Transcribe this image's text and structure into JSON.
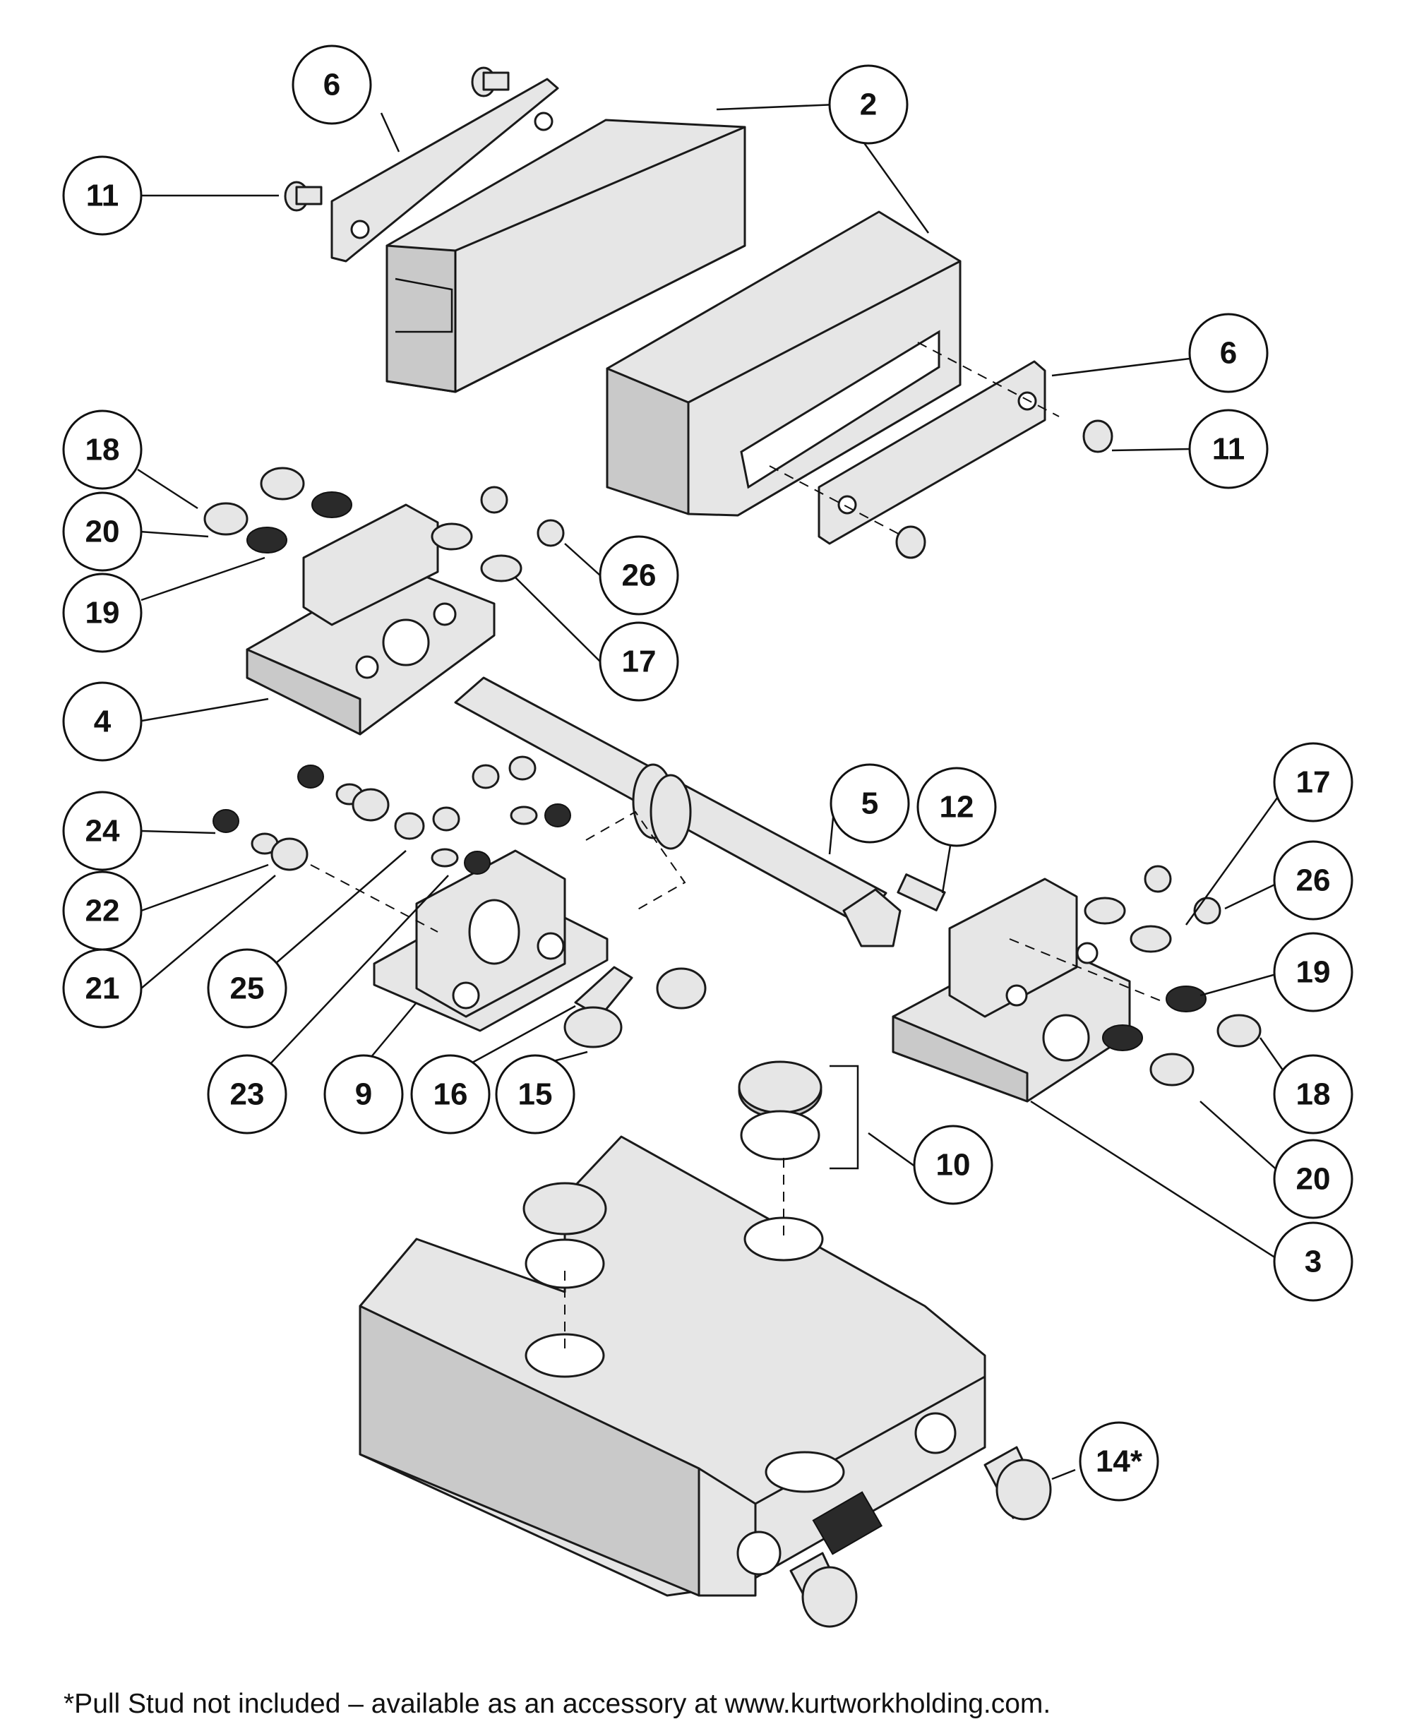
{
  "callouts": [
    {
      "id": "c6a",
      "label": "6"
    },
    {
      "id": "c2a",
      "label": "2"
    },
    {
      "id": "c11a",
      "label": "11"
    },
    {
      "id": "c6b",
      "label": "6"
    },
    {
      "id": "c11b",
      "label": "11"
    },
    {
      "id": "c18a",
      "label": "18"
    },
    {
      "id": "c20a",
      "label": "20"
    },
    {
      "id": "c19a",
      "label": "19"
    },
    {
      "id": "c26a",
      "label": "26"
    },
    {
      "id": "c17a",
      "label": "17"
    },
    {
      "id": "c4",
      "label": "4"
    },
    {
      "id": "c5",
      "label": "5"
    },
    {
      "id": "c12",
      "label": "12"
    },
    {
      "id": "c17b",
      "label": "17"
    },
    {
      "id": "c26b",
      "label": "26"
    },
    {
      "id": "c24",
      "label": "24"
    },
    {
      "id": "c22",
      "label": "22"
    },
    {
      "id": "c21",
      "label": "21"
    },
    {
      "id": "c25",
      "label": "25"
    },
    {
      "id": "c19b",
      "label": "19"
    },
    {
      "id": "c18b",
      "label": "18"
    },
    {
      "id": "c23",
      "label": "23"
    },
    {
      "id": "c9",
      "label": "9"
    },
    {
      "id": "c16",
      "label": "16"
    },
    {
      "id": "c15",
      "label": "15"
    },
    {
      "id": "c10",
      "label": "10"
    },
    {
      "id": "c20b",
      "label": "20"
    },
    {
      "id": "c3",
      "label": "3"
    },
    {
      "id": "c14",
      "label": "14*"
    }
  ],
  "footnote": "*Pull Stud not included – available as an accessory at www.kurtworkholding.com."
}
